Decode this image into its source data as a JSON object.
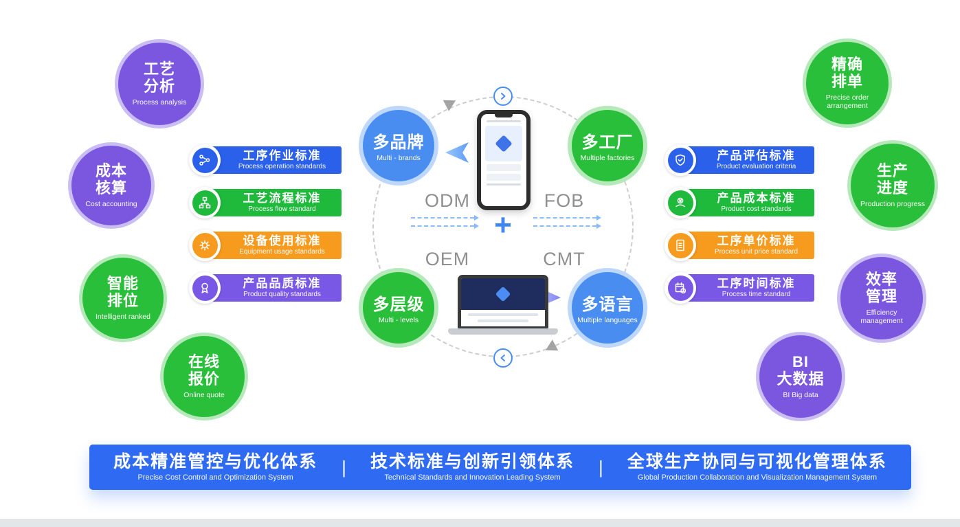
{
  "left_circles": [
    {
      "line1": "工艺",
      "line2": "分析",
      "sub": "Process analysis"
    },
    {
      "line1": "成本",
      "line2": "核算",
      "sub": "Cost accounting"
    },
    {
      "line1": "智能",
      "line2": "排位",
      "sub": "Intelligent ranked"
    },
    {
      "line1": "在线",
      "line2": "报价",
      "sub": "Online quote"
    }
  ],
  "right_circles": [
    {
      "line1": "精确",
      "line2": "排单",
      "sub": "Precise order arrangement"
    },
    {
      "line1": "生产",
      "line2": "进度",
      "sub": "Production progress"
    },
    {
      "line1": "效率",
      "line2": "管理",
      "sub": "Efficiency management"
    },
    {
      "line1": "BI",
      "line2": "大数据",
      "sub": "BI Big data"
    }
  ],
  "left_banners": [
    {
      "title": "工序作业标准",
      "sub": "Process operation standards"
    },
    {
      "title": "工艺流程标准",
      "sub": "Process flow standard"
    },
    {
      "title": "设备使用标准",
      "sub": "Equipment usage standards"
    },
    {
      "title": "产品品质标准",
      "sub": "Product quality standards"
    }
  ],
  "right_banners": [
    {
      "title": "产品评估标准",
      "sub": "Product evaluation criteria"
    },
    {
      "title": "产品成本标准",
      "sub": "Product cost standards"
    },
    {
      "title": "工序单价标准",
      "sub": "Process unit price standard"
    },
    {
      "title": "工序时间标准",
      "sub": "Process time standard"
    }
  ],
  "center": {
    "nodes": [
      {
        "title": "多品牌",
        "sub": "Multi - brands"
      },
      {
        "title": "多工厂",
        "sub": "Multiple factories"
      },
      {
        "title": "多层级",
        "sub": "Multi - levels"
      },
      {
        "title": "多语言",
        "sub": "Multiple languages"
      }
    ],
    "modes": [
      "ODM",
      "FOB",
      "OEM",
      "CMT"
    ],
    "plus": "+"
  },
  "bottom_banner": {
    "separator": "|",
    "items": [
      {
        "title": "成本精准管控与优化体系",
        "sub": "Precise Cost Control and Optimization System"
      },
      {
        "title": "技术标准与创新引领体系",
        "sub": "Technical Standards and Innovation Leading System"
      },
      {
        "title": "全球生产协同与可视化管理体系",
        "sub": "Global Production Collaboration and Visualization Management System"
      }
    ]
  },
  "colors": {
    "purple": "#7b57e0",
    "green": "#2abf3a",
    "node_blue": "#4a8df0",
    "banner_blue": "#2a60ea",
    "banner_green": "#1fb93c",
    "banner_orange": "#f79b1f",
    "banner_purple": "#7a58e6",
    "bottom_blue": "#2f6bf2"
  }
}
